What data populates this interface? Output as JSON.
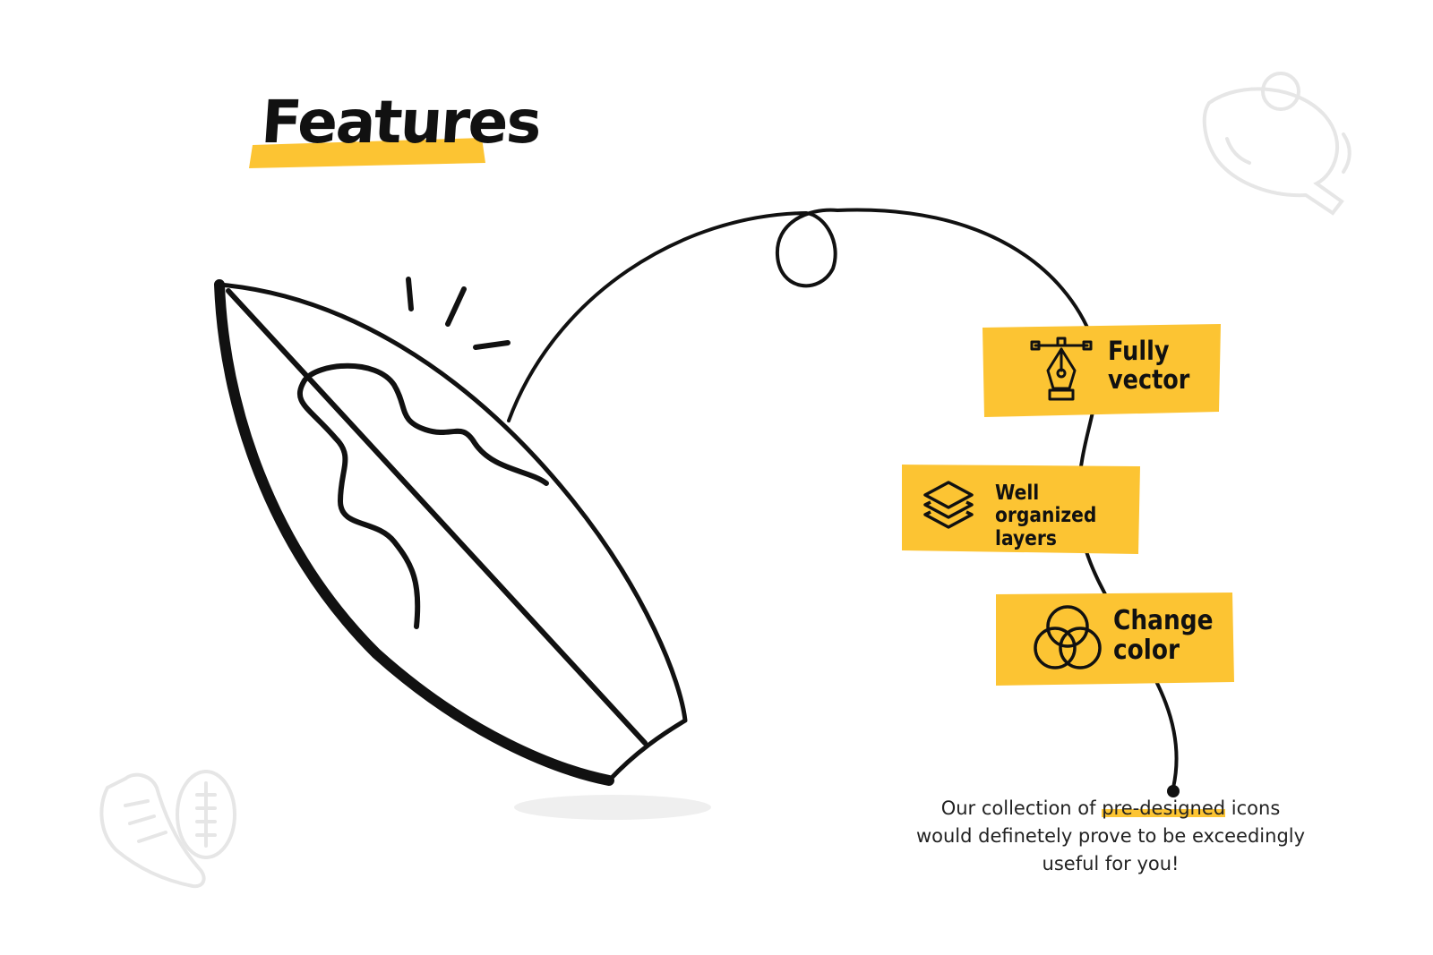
{
  "title": "Features",
  "features": [
    {
      "label_line1": "Fully",
      "label_line2": "vector",
      "icon": "pen-tool-icon"
    },
    {
      "label_line1": "Well organized",
      "label_line2": "layers",
      "icon": "layers-icon"
    },
    {
      "label_line1": "Change",
      "label_line2": "color",
      "icon": "color-circles-icon"
    }
  ],
  "description": {
    "before": "Our collection of ",
    "highlight": "pre-designed",
    "after": " icons would definetely prove to be exceedingly useful for you!"
  },
  "colors": {
    "accent": "#fcc433",
    "ink": "#111111",
    "faint": "#e9e9e9"
  },
  "decorations": [
    "surfboard-illustration",
    "ping-pong-icon",
    "football-boot-icon",
    "rugby-ball-icon"
  ]
}
